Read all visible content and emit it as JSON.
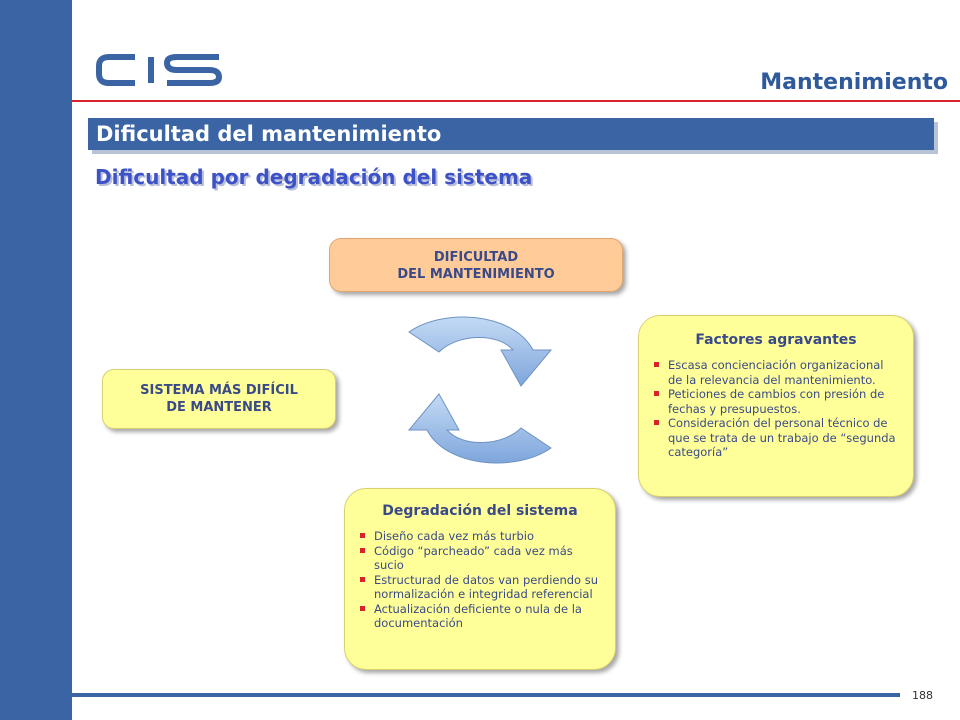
{
  "header": {
    "logo": "CIS",
    "section": "Mantenimiento",
    "title": "Dificultad del mantenimiento",
    "subtitle": "Dificultad por degradación del sistema"
  },
  "diagram": {
    "top_box": {
      "line1": "DIFICULTAD",
      "line2": "DEL MANTENIMIENTO"
    },
    "left_box": {
      "line1": "SISTEMA MÁS DIFÍCIL",
      "line2": "DE MANTENER"
    },
    "right_box": {
      "title": "Factores agravantes",
      "items": [
        "Escasa concienciación organizacional de la relevancia del mantenimiento.",
        "Peticiones de cambios con presión de fechas y presupuestos.",
        "Consideración del personal técnico de que se trata de un trabajo de “segunda categoría”"
      ]
    },
    "bottom_box": {
      "title": "Degradación del sistema",
      "items": [
        "Diseño cada vez más turbio",
        "Código “parcheado” cada vez más sucio",
        "Estructurad de datos van perdiendo su normalización e integridad referencial",
        "Actualización deficiente o nula de la documentación"
      ]
    }
  },
  "colors": {
    "brand_blue": "#3a64a4",
    "accent_red": "#d8232a",
    "orange_box": "#ffcc99",
    "yellow_box": "#ffff99",
    "arrow_blue": "#8fb4e3"
  },
  "footer": {
    "page_number": "188"
  }
}
